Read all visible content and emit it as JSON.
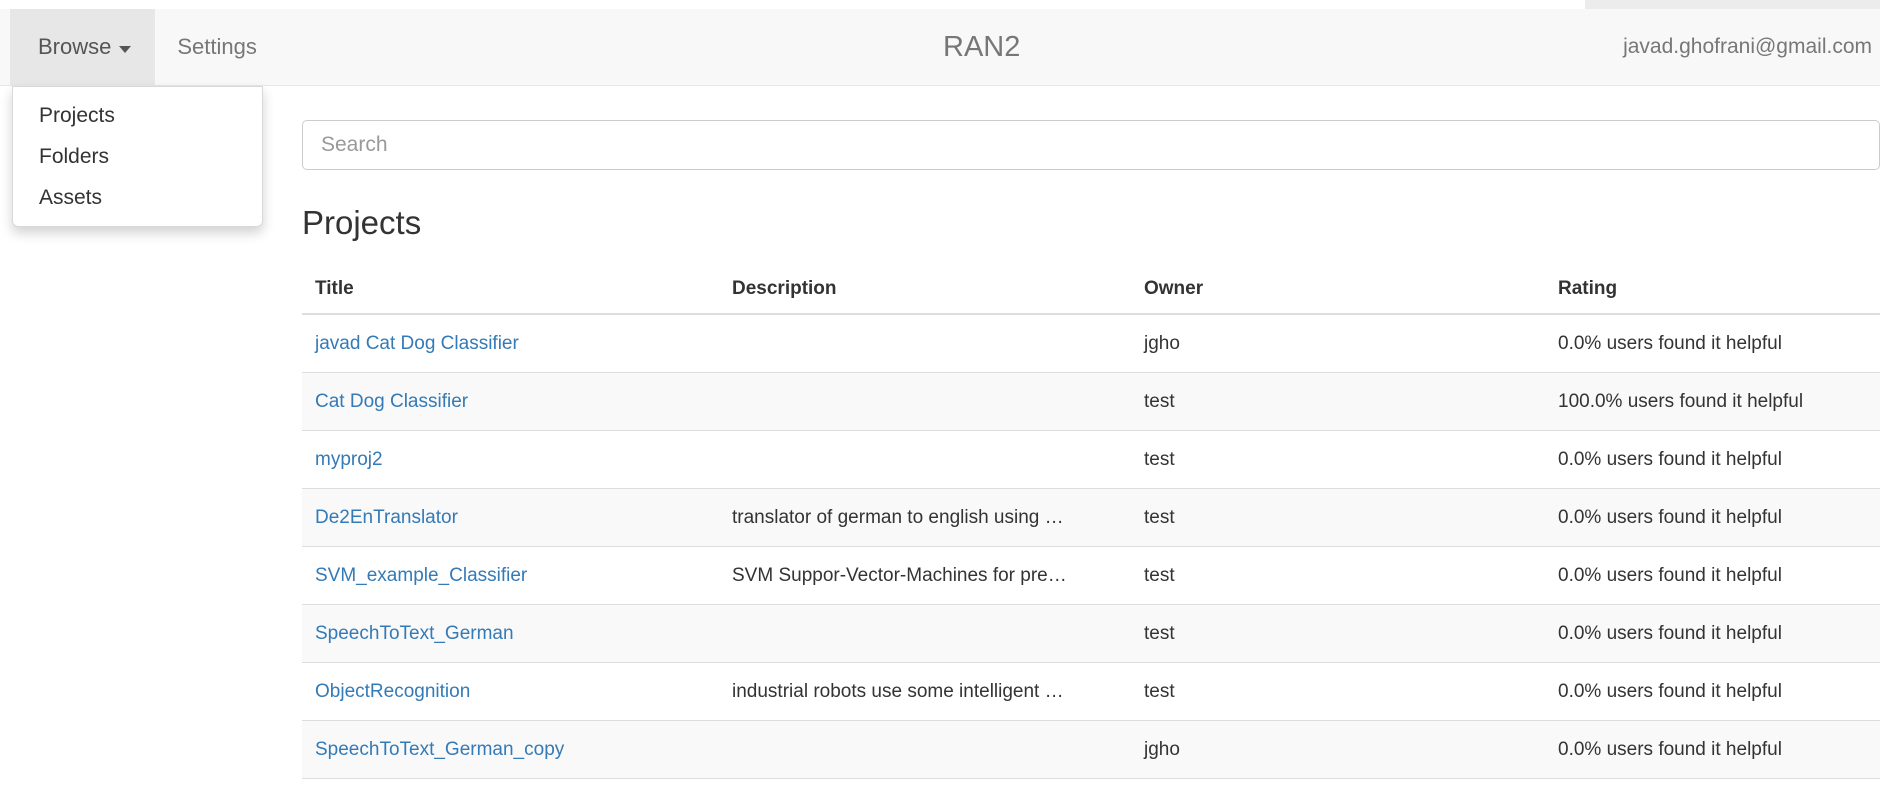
{
  "navbar": {
    "brand": "RAN2",
    "browse_label": "Browse",
    "settings_label": "Settings",
    "user_email": "javad.ghofrani@gmail.com",
    "dropdown_items": [
      {
        "label": "Projects"
      },
      {
        "label": "Folders"
      },
      {
        "label": "Assets"
      }
    ]
  },
  "search": {
    "placeholder": "Search",
    "value": ""
  },
  "page": {
    "title": "Projects"
  },
  "table": {
    "columns": [
      "Title",
      "Description",
      "Owner",
      "Rating"
    ],
    "rows": [
      {
        "title": "javad Cat Dog Classifier",
        "description": "",
        "owner": "jgho",
        "rating": "0.0% users found it helpful"
      },
      {
        "title": "Cat Dog Classifier",
        "description": "",
        "owner": "test",
        "rating": "100.0% users found it helpful"
      },
      {
        "title": "myproj2",
        "description": "",
        "owner": "test",
        "rating": "0.0% users found it helpful"
      },
      {
        "title": "De2EnTranslator",
        "description": "translator of german to english using …",
        "owner": "test",
        "rating": "0.0% users found it helpful"
      },
      {
        "title": "SVM_example_Classifier",
        "description": "SVM Suppor-Vector-Machines for pre…",
        "owner": "test",
        "rating": "0.0% users found it helpful"
      },
      {
        "title": "SpeechToText_German",
        "description": "",
        "owner": "test",
        "rating": "0.0% users found it helpful"
      },
      {
        "title": "ObjectRecognition",
        "description": "industrial robots use some intelligent …",
        "owner": "test",
        "rating": "0.0% users found it helpful"
      },
      {
        "title": "SpeechToText_German_copy",
        "description": "",
        "owner": "jgho",
        "rating": "0.0% users found it helpful"
      }
    ]
  },
  "colors": {
    "link": "#337ab7",
    "navbar_bg": "#f8f8f8",
    "navbar_border": "#e7e7e7",
    "navbar_active_bg": "#e7e7e7",
    "nav_text": "#777777",
    "stripe": "#f9f9f9",
    "table_border": "#dddddd",
    "text": "#333333",
    "placeholder": "#999999"
  }
}
